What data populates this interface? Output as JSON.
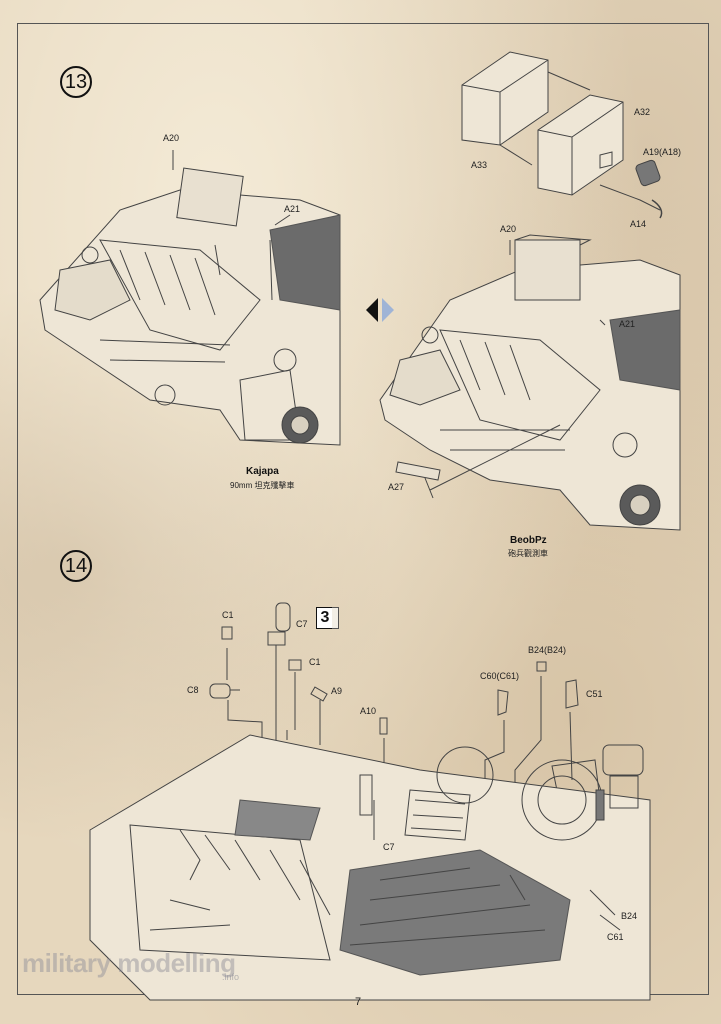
{
  "page": {
    "number": "7"
  },
  "step13": {
    "number": "13",
    "left_view": {
      "labels": {
        "a20": "A20",
        "a21": "A21"
      },
      "caption_title": "Kajapa",
      "caption_sub": "90mm 坦克殲擊車"
    },
    "right_view": {
      "labels": {
        "a32": "A32",
        "a33": "A33",
        "a19": "A19(A18)",
        "a14": "A14",
        "a20": "A20",
        "a21": "A21",
        "a27": "A27"
      },
      "caption_title": "BeobPz",
      "caption_sub": "砲兵觀測車"
    },
    "swap_icon": "diamond-arrow-icon"
  },
  "step14": {
    "number": "14",
    "sheet_ref": "3",
    "labels": {
      "c1_top": "C1",
      "c7_top": "C7",
      "c1_mid": "C1",
      "c8": "C8",
      "a9": "A9",
      "a10": "A10",
      "c7_bottom": "C7",
      "c60": "C60(C61)",
      "b24_top": "B24(B24)",
      "c51": "C51",
      "b24_bottom": "B24",
      "c61": "C61"
    }
  },
  "watermark": {
    "text": "military modelling",
    "sub": ".info"
  },
  "colors": {
    "paper": "#e6d7bd",
    "ink": "#222222",
    "line": "#444444"
  }
}
